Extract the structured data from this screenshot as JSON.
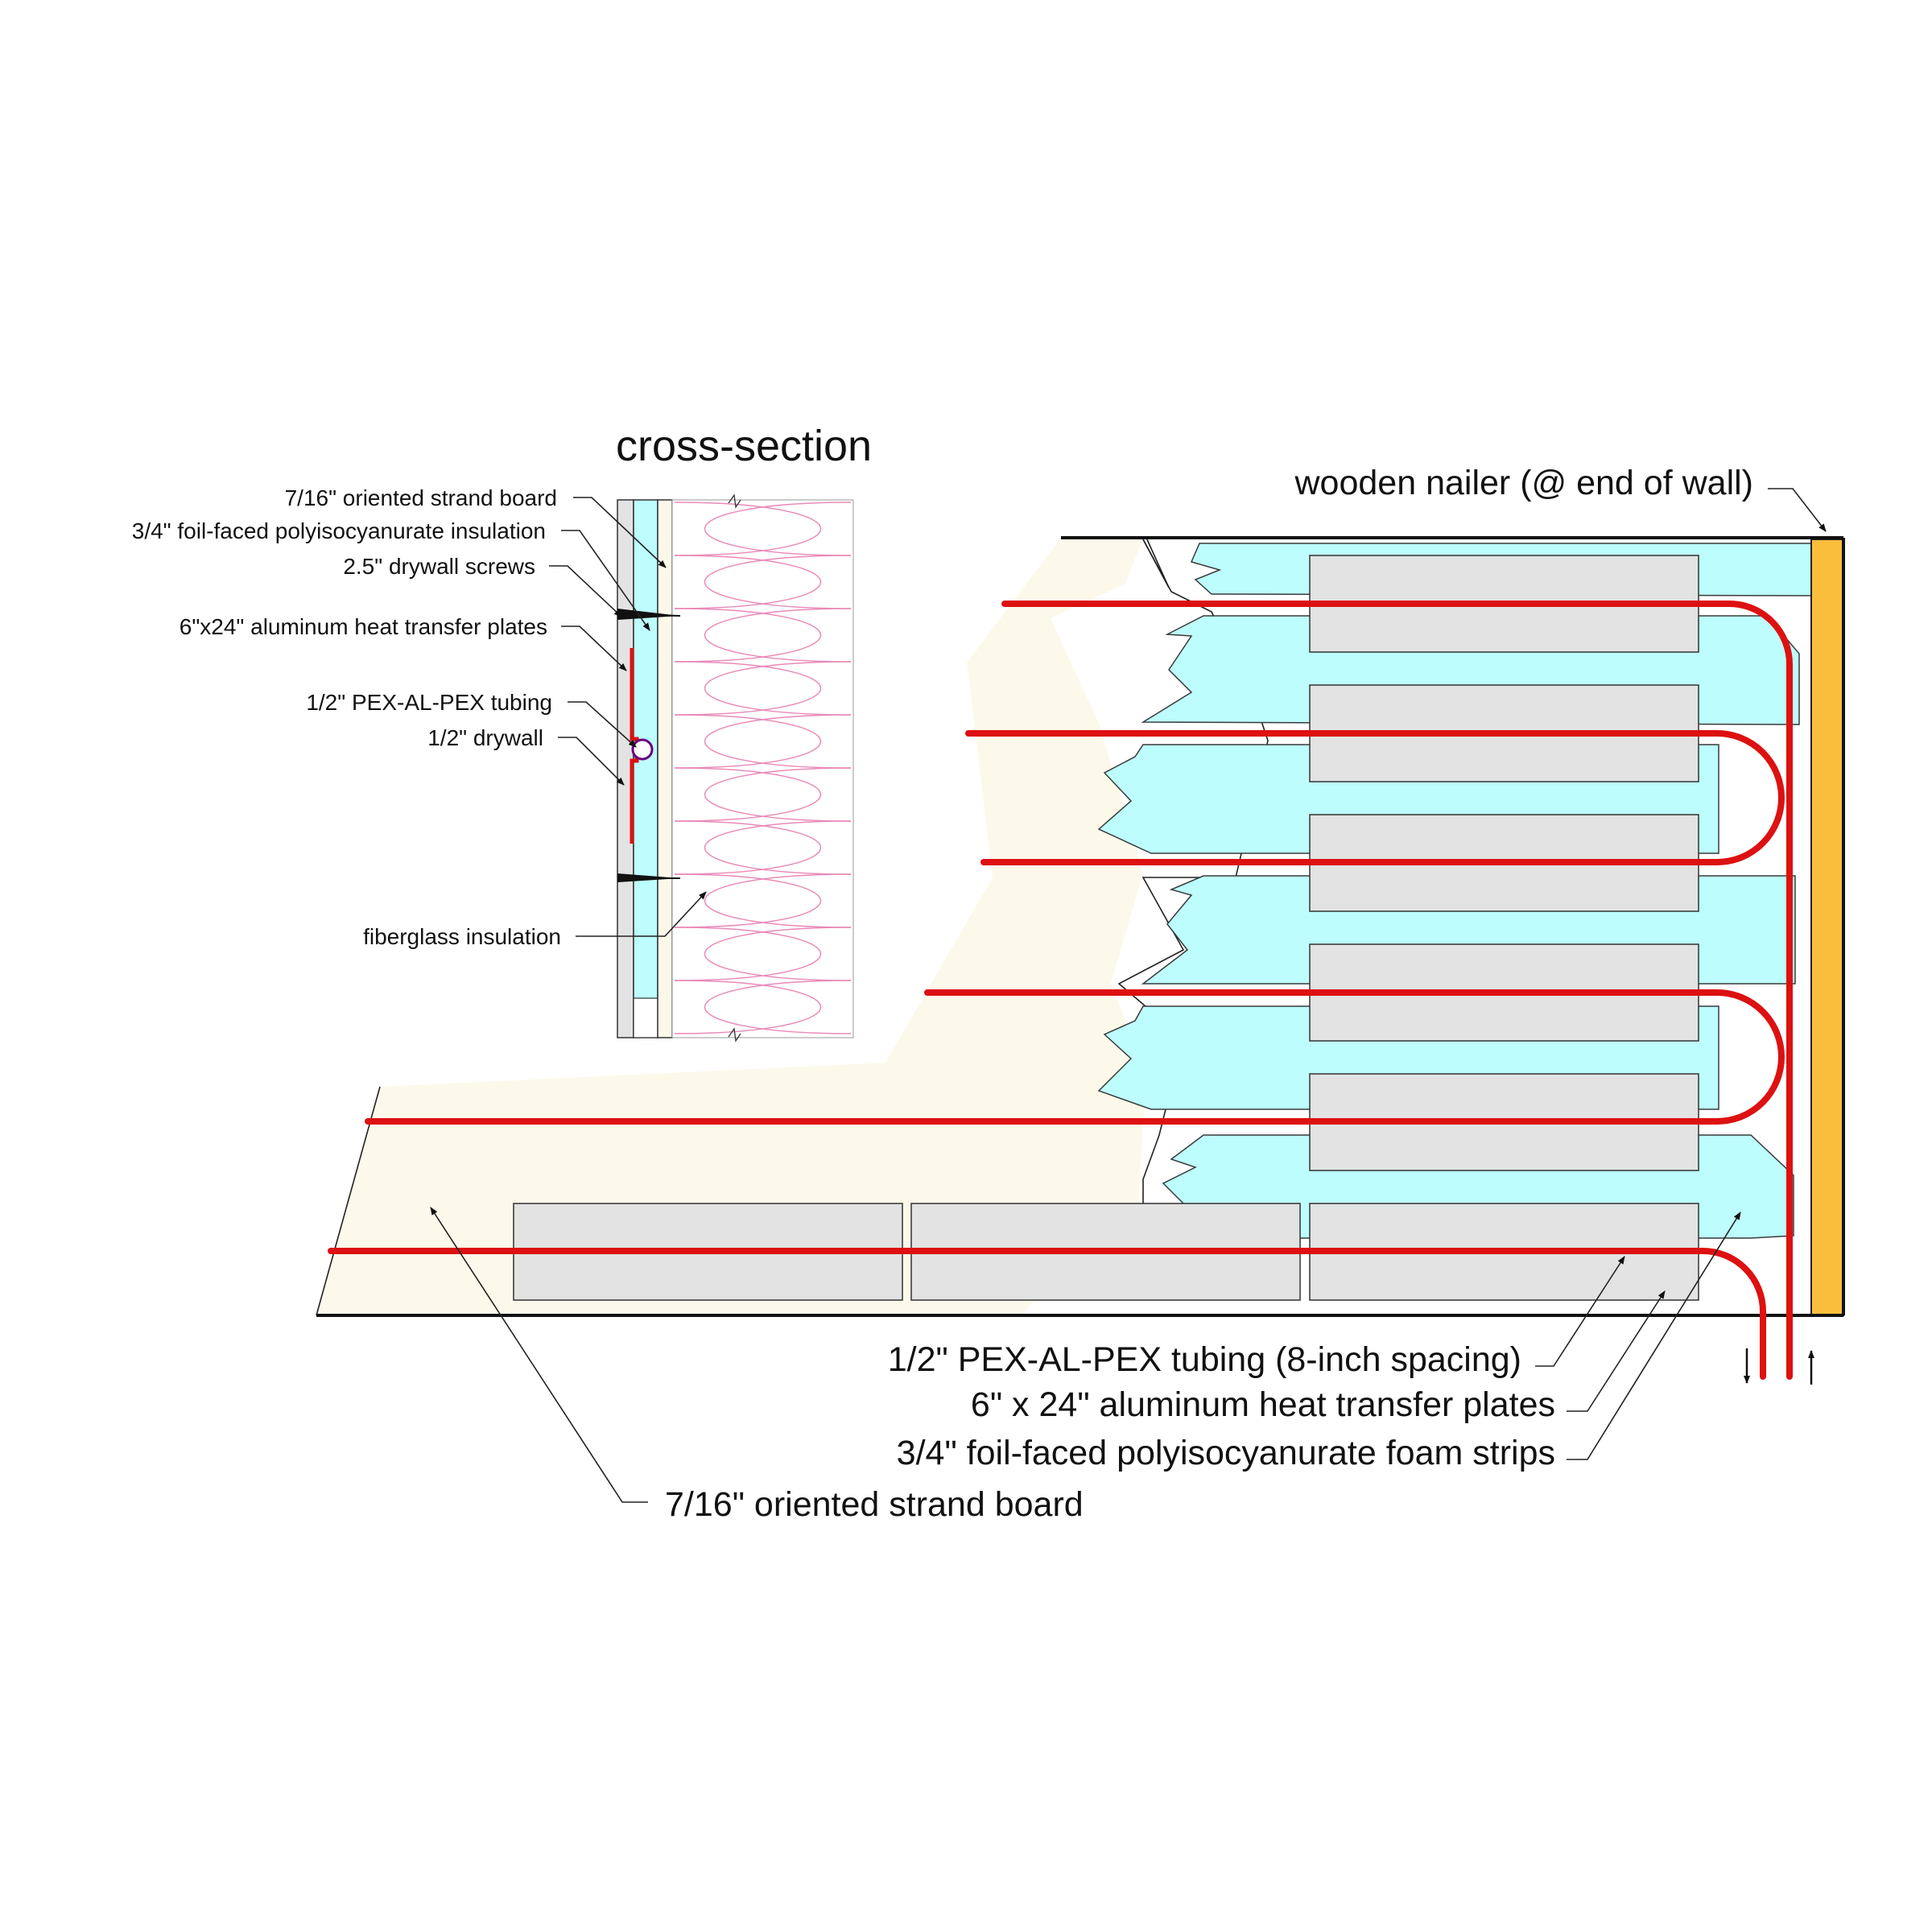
{
  "cross_section": {
    "title": "cross-section",
    "labels": {
      "osb": "7/16\" oriented strand board",
      "foil_insulation": "3/4\" foil-faced polyisocyanurate insulation",
      "screws": "2.5\" drywall screws",
      "plates": "6\"x24\" aluminum heat transfer plates",
      "tubing": "1/2\" PEX-AL-PEX tubing",
      "drywall": "1/2\" drywall",
      "fiberglass": "fiberglass insulation"
    }
  },
  "main": {
    "nailer_label": "wooden nailer (@ end of wall)",
    "tubing_label": "1/2\" PEX-AL-PEX tubing (8-inch spacing)",
    "plates_label": "6\" x 24\" aluminum heat transfer plates",
    "foam_label": "3/4\" foil-faced polyisocyanurate foam strips",
    "osb_label": "7/16\" oriented strand board"
  },
  "colors": {
    "tubing": "#dd1111",
    "foam": "#bdfdfd",
    "plate": "#e3e3e3",
    "osb": "#fdf9ea",
    "nailer": "#fbbd3c",
    "fiberglass": "#e98ab8"
  },
  "icons": {
    "flow_down": "arrow-down-icon",
    "flow_up": "arrow-up-icon"
  }
}
